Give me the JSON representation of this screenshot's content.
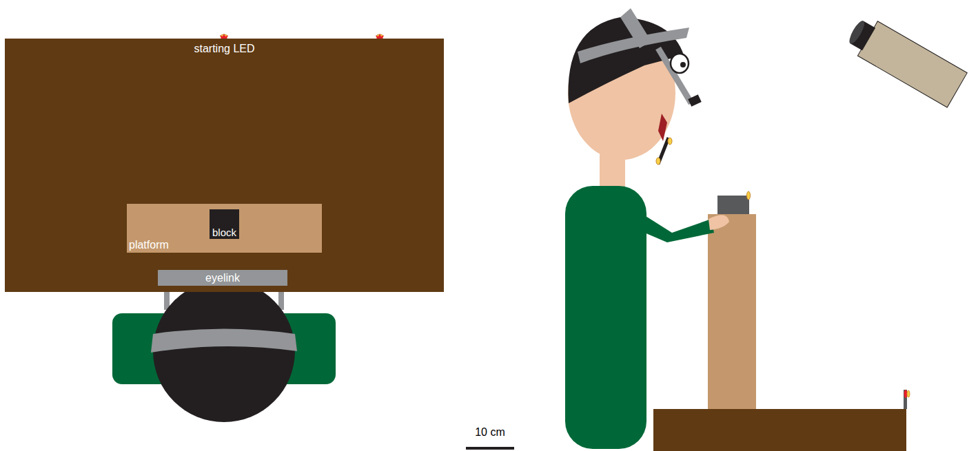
{
  "diagram": {
    "nodes": [
      {
        "text": [
          "starting LED"
        ]
      },
      {
        "text": [
          "platform"
        ],
        "in": 0
      },
      {
        "text": [
          "block"
        ],
        "in": 1
      },
      {
        "text": [
          "eyelink"
        ],
        "in": 0
      }
    ],
    "labels": [
      "10 cm"
    ]
  }
}
